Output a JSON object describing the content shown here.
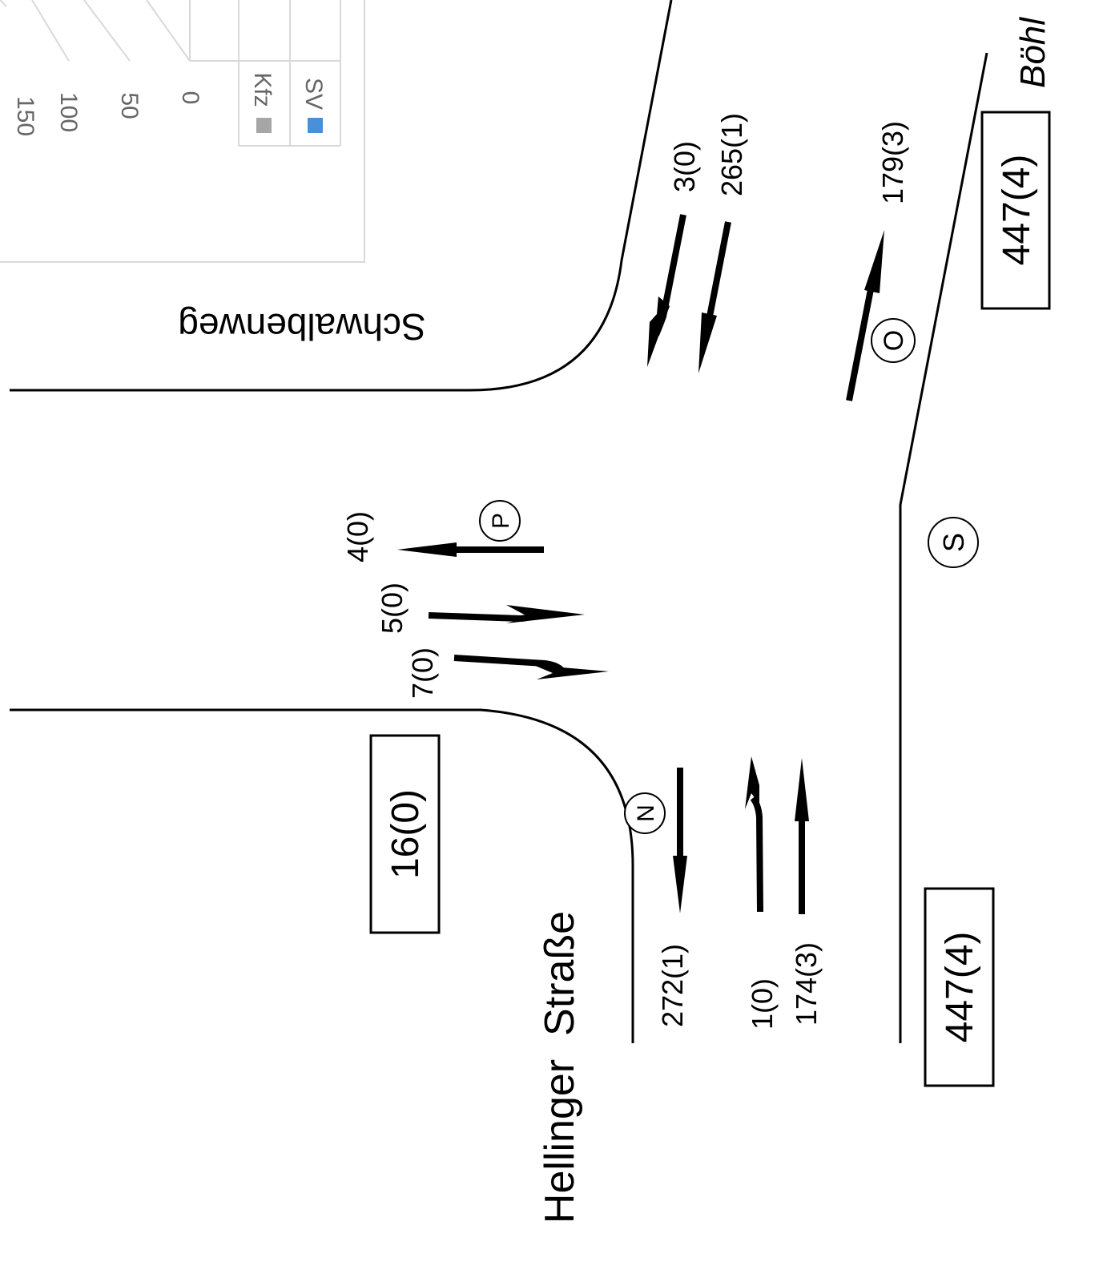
{
  "streets": {
    "north": "Schwalbenweg",
    "south": "Hellinger  Straße",
    "east": "Böhl"
  },
  "arm_labels": {
    "p": "P",
    "o": "O",
    "n": "N",
    "s": "S"
  },
  "totals": {
    "west": "16(0)",
    "east_top": "447(4)",
    "east_bottom": "447(4)"
  },
  "movements": {
    "p_left": "4(0)",
    "p_through": "5(0)",
    "p_right": "7(0)",
    "o_in_uturn": "3(0)",
    "o_in_through": "265(1)",
    "o_out": "179(3)",
    "n_out": "272(1)",
    "n_in_uturn": "1(0)",
    "n_in_through": "174(3)"
  },
  "inset_chart": {
    "ticks": [
      "150",
      "100",
      "50",
      "0"
    ],
    "legend": [
      {
        "label": "Kfz",
        "color": "#a6a6a6"
      },
      {
        "label": "SV",
        "color": "#4a90d9"
      }
    ]
  }
}
